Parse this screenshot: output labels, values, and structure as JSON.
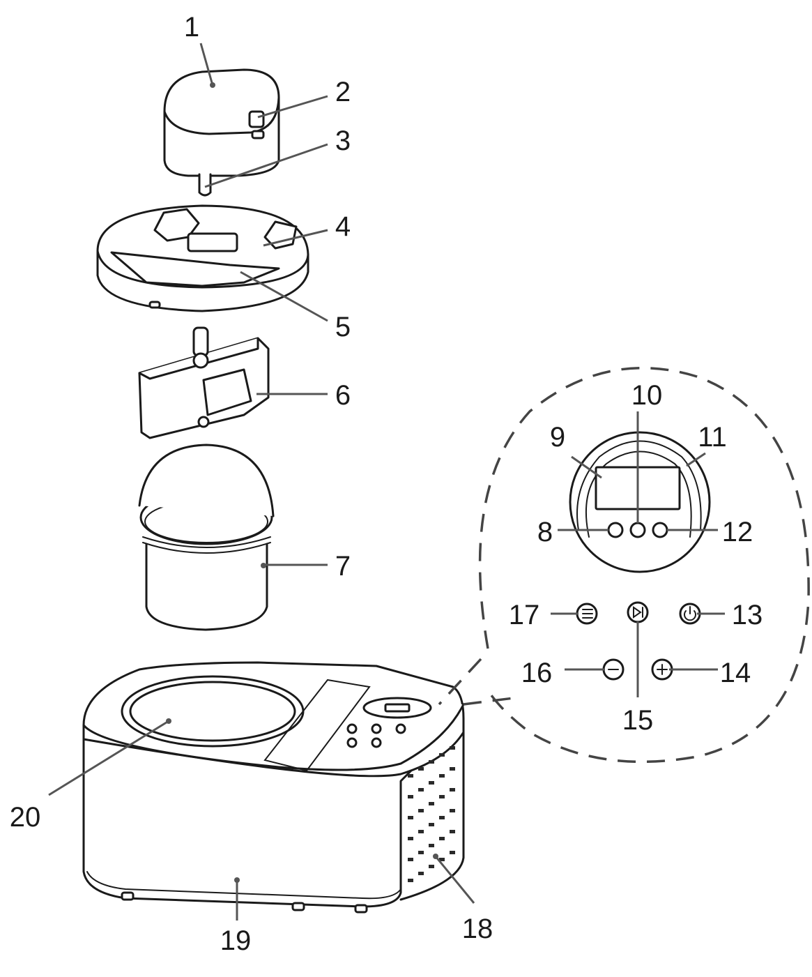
{
  "diagram": {
    "labels": [
      "1",
      "2",
      "3",
      "4",
      "5",
      "6",
      "7",
      "8",
      "9",
      "10",
      "11",
      "12",
      "13",
      "14",
      "15",
      "16",
      "17",
      "18",
      "19",
      "20"
    ],
    "colors": {
      "line": "#1a1a1a",
      "leader": "#555555",
      "background": "#ffffff"
    },
    "control_panel_icons": [
      "menu-icon",
      "play-pause-icon",
      "power-icon",
      "minus-icon",
      "plus-icon"
    ]
  }
}
